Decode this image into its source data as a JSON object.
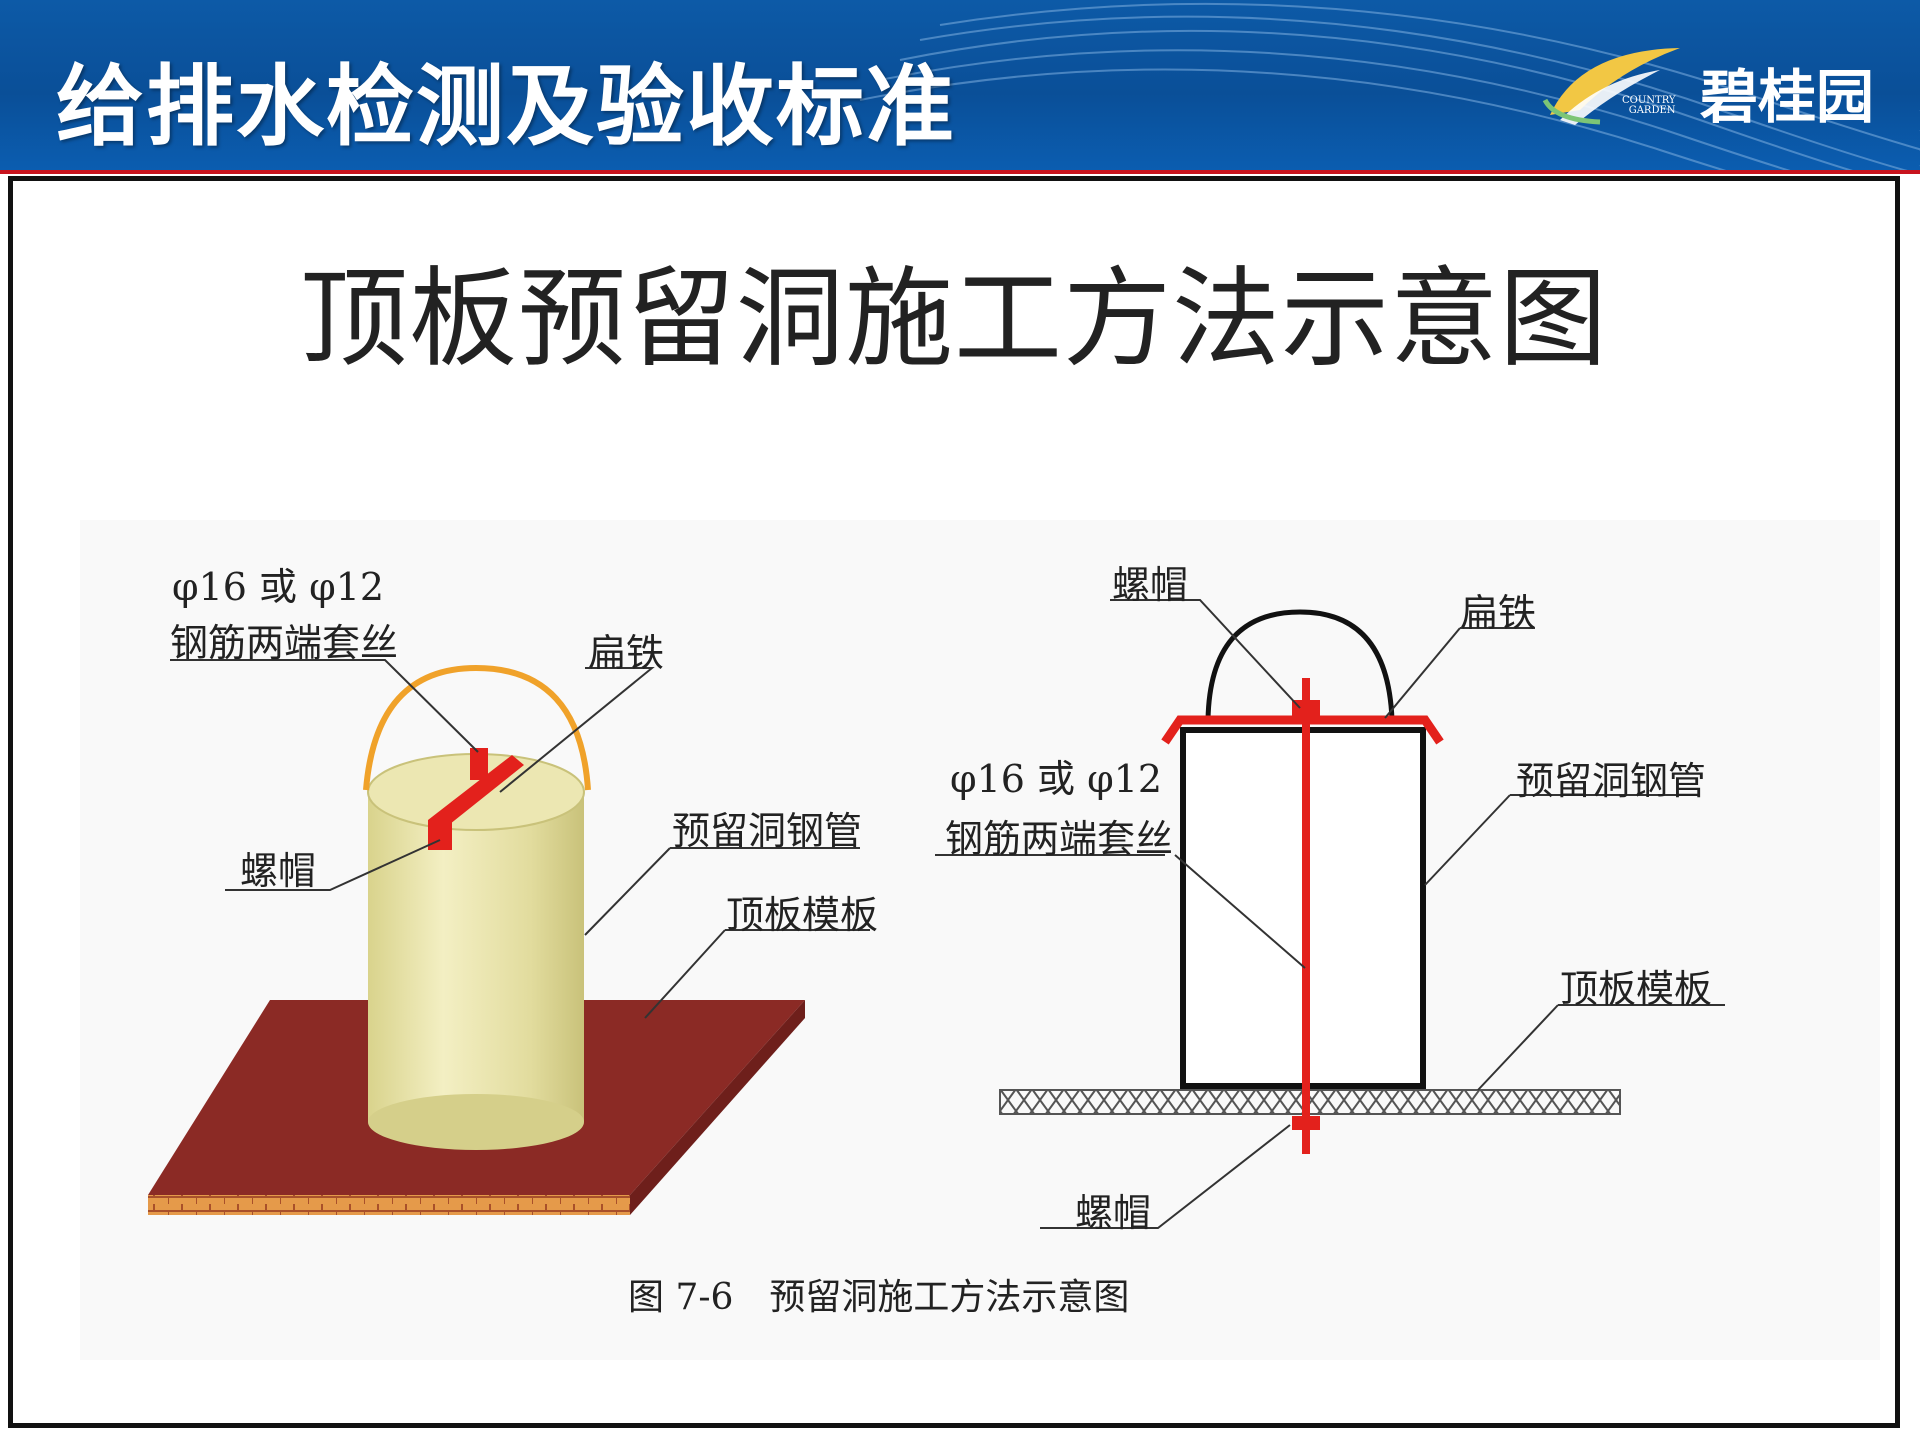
{
  "header": {
    "title": "给排水检测及验收标准",
    "logo_name": "碧桂园",
    "logo_en_line1": "COUNTRY",
    "logo_en_line2": "GARDEN"
  },
  "diagram": {
    "title": "顶板预留洞施工方法示意图",
    "left_figure": {
      "label_rebar_line1": "φ16 或 φ12",
      "label_rebar_line2": "钢筋两端套丝",
      "label_flat_iron": "扁铁",
      "label_nut": "螺帽",
      "label_sleeve": "预留洞钢管",
      "label_formwork": "顶板模板"
    },
    "right_figure": {
      "label_nut_top": "螺帽",
      "label_flat_iron": "扁铁",
      "label_rebar_line1": "φ16 或 φ12",
      "label_rebar_line2": "钢筋两端套丝",
      "label_sleeve": "预留洞钢管",
      "label_formwork": "顶板模板",
      "label_nut_bottom": "螺帽"
    },
    "caption_number": "图 7-6",
    "caption_text": "预留洞施工方法示意图"
  },
  "colors": {
    "header_blue": "#0d5aa7",
    "rebar_red": "#e3211c",
    "sleeve_yellow": "#e9e4a6",
    "formwork_brown": "#8b2a25",
    "handle_orange": "#f0a22a"
  }
}
